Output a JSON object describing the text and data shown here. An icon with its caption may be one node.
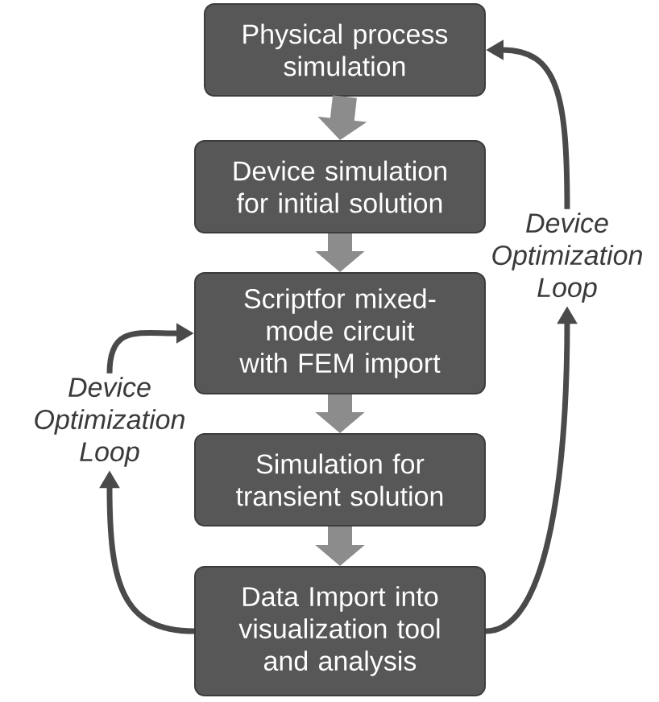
{
  "diagram": {
    "nodes": [
      {
        "text": [
          "Physical process simulation"
        ]
      },
      {
        "text": [
          "Device simulation for initial solution"
        ]
      },
      {
        "text": [
          "Scriptfor mixed-mode circuit with FEM import"
        ]
      },
      {
        "text": [
          "Simulation for transient solution"
        ]
      },
      {
        "text": [
          "Data Import into visualization tool and analysis"
        ]
      },
      {
        "text": [
          "Device Optimization Loop"
        ]
      },
      {
        "text": [
          "Device Optimization Loop"
        ]
      }
    ],
    "edges": [
      {
        "from": 0,
        "to": 1,
        "arrow": "to",
        "style": "thick",
        "color": "#8c8c8c"
      },
      {
        "from": 1,
        "to": 2,
        "arrow": "to",
        "style": "thick",
        "color": "#8c8c8c"
      },
      {
        "from": 2,
        "to": 3,
        "arrow": "to",
        "style": "thick",
        "color": "#8c8c8c"
      },
      {
        "from": 3,
        "to": 4,
        "arrow": "to",
        "style": "thick",
        "color": "#8c8c8c"
      },
      {
        "from": 4,
        "to": 5,
        "arrow": "to",
        "color": "#4a4a4a"
      },
      {
        "from": 5,
        "to": 0,
        "arrow": "to",
        "color": "#4a4a4a"
      },
      {
        "from": 4,
        "to": 6,
        "arrow": "to",
        "color": "#4a4a4a"
      },
      {
        "from": 6,
        "to": 2,
        "arrow": "to",
        "color": "#4a4a4a"
      }
    ]
  }
}
